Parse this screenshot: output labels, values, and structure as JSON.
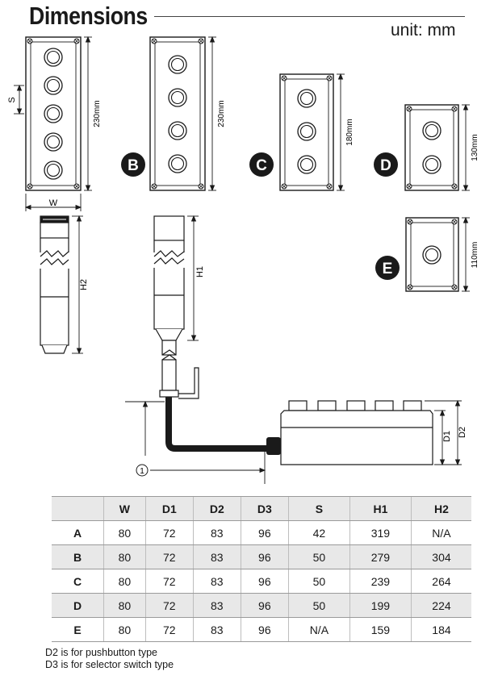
{
  "title": "Dimensions",
  "unit": "unit: mm",
  "variants": [
    {
      "label": "",
      "height_text": "230mm",
      "buttons": 5
    },
    {
      "label": "B",
      "height_text": "230mm",
      "buttons": 4
    },
    {
      "label": "C",
      "height_text": "180mm",
      "buttons": 3
    },
    {
      "label": "D",
      "height_text": "130mm",
      "buttons": 2
    },
    {
      "label": "E",
      "height_text": "110mm",
      "buttons": 1
    }
  ],
  "dim_labels": {
    "s": "S",
    "w": "W",
    "h1": "H1",
    "h2": "H2",
    "d1": "D1",
    "d2": "D2",
    "callout": "1"
  },
  "table": {
    "headers": [
      "",
      "W",
      "D1",
      "D2",
      "D3",
      "S",
      "H1",
      "H2"
    ],
    "rows": [
      [
        "A",
        "80",
        "72",
        "83",
        "96",
        "42",
        "319",
        "N/A"
      ],
      [
        "B",
        "80",
        "72",
        "83",
        "96",
        "50",
        "279",
        "304"
      ],
      [
        "C",
        "80",
        "72",
        "83",
        "96",
        "50",
        "239",
        "264"
      ],
      [
        "D",
        "80",
        "72",
        "83",
        "96",
        "50",
        "199",
        "224"
      ],
      [
        "E",
        "80",
        "72",
        "83",
        "96",
        "N/A",
        "159",
        "184"
      ]
    ]
  },
  "notes": [
    "D2 is for pushbutton type",
    "D3 is for selector switch type"
  ]
}
